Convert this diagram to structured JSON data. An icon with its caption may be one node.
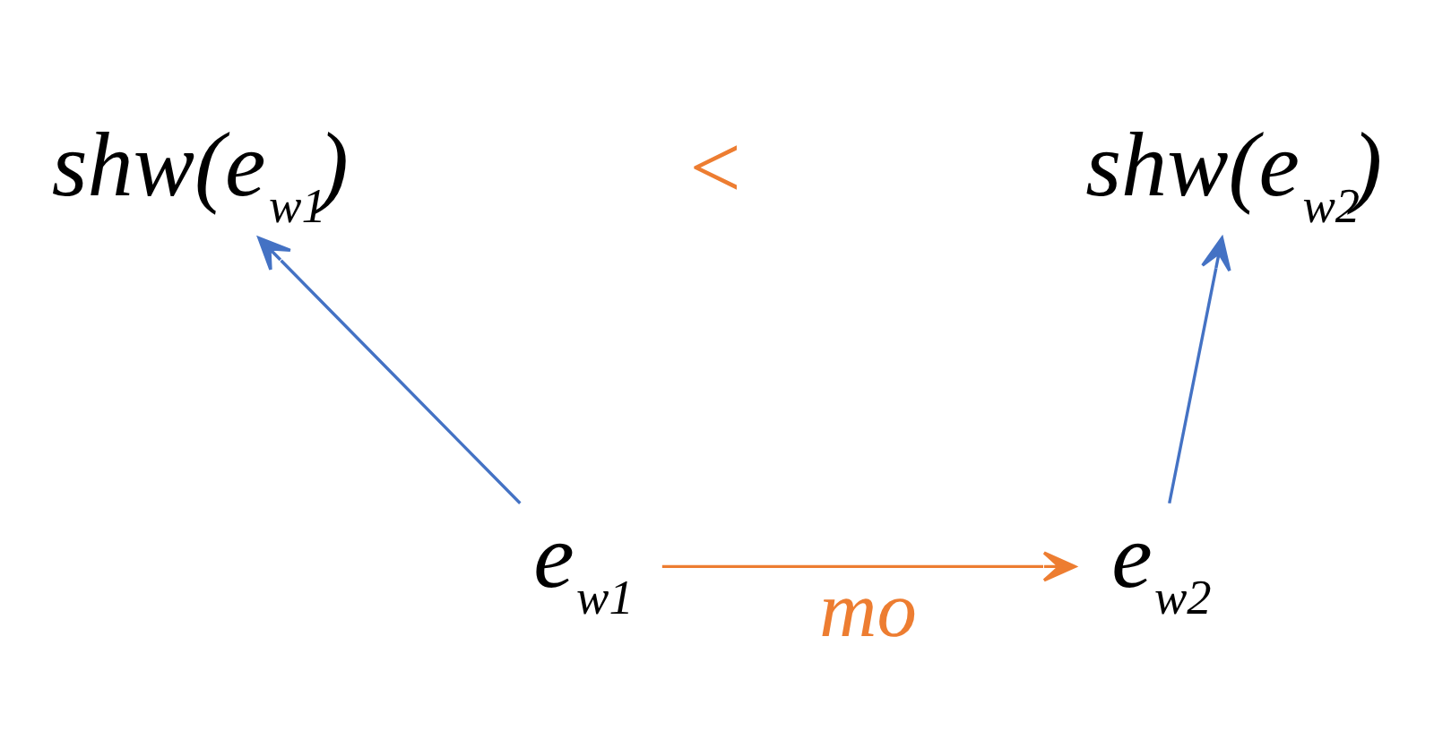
{
  "diagram": {
    "nodes": [
      {
        "text": [
          "shw(e$_{w1}$)"
        ]
      },
      {
        "text": [
          "shw(e$_{w2}$)"
        ]
      },
      {
        "text": [
          "e$_{w1}$"
        ]
      },
      {
        "text": [
          "e$_{w2}$"
        ]
      }
    ],
    "edges": [
      {
        "from": 2,
        "to": 0,
        "arrow": "to"
      },
      {
        "from": 3,
        "to": 1,
        "arrow": "to"
      },
      {
        "from": 2,
        "to": 3,
        "arrow": "to",
        "label": "mo",
        "color": "#ed7d31"
      }
    ],
    "labels": [
      "<"
    ]
  }
}
